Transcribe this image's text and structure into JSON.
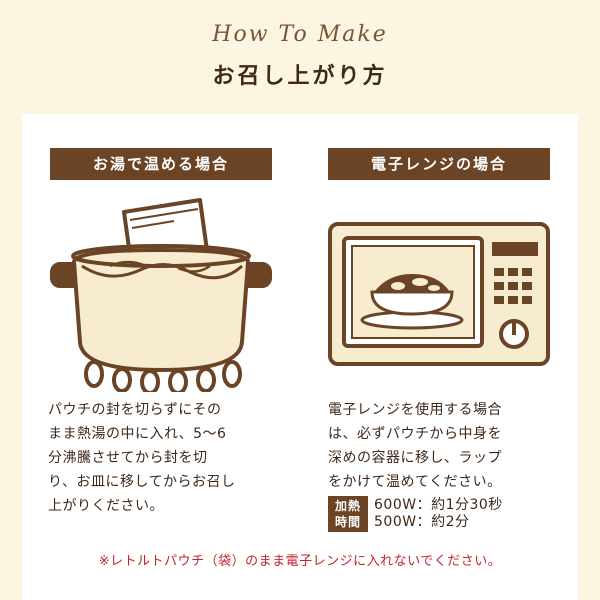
{
  "header": {
    "script_title": "How To Make",
    "title": "お召し上がり方"
  },
  "sections": {
    "hot_water": {
      "title": "お湯で温める場合",
      "lines": [
        "パウチの封を切らずにその",
        "まま熱湯の中に入れ、5〜6",
        "分沸騰させてから封を切",
        "り、お皿に移してからお召し",
        "上がりください。"
      ]
    },
    "microwave": {
      "title": "電子レンジの場合",
      "lines": [
        "電子レンジを使用する場合",
        "は、必ずパウチから中身を",
        "深めの容器に移し、ラップ",
        "をかけて温めてください。"
      ],
      "time_badge": [
        "加熱",
        "時間"
      ],
      "times": [
        "600W：約1分30秒",
        "500W：約2分"
      ]
    }
  },
  "warning": "※レトルトパウチ（袋）のまま電子レンジに入れないでください。",
  "colors": {
    "background": "#fbf5e2",
    "brown": "#6b4426",
    "pot_fill": "#f7ecd0",
    "warning_red": "#c0262e"
  },
  "icons": {
    "pot": "pot-on-stove-icon",
    "microwave": "microwave-oven-icon"
  }
}
